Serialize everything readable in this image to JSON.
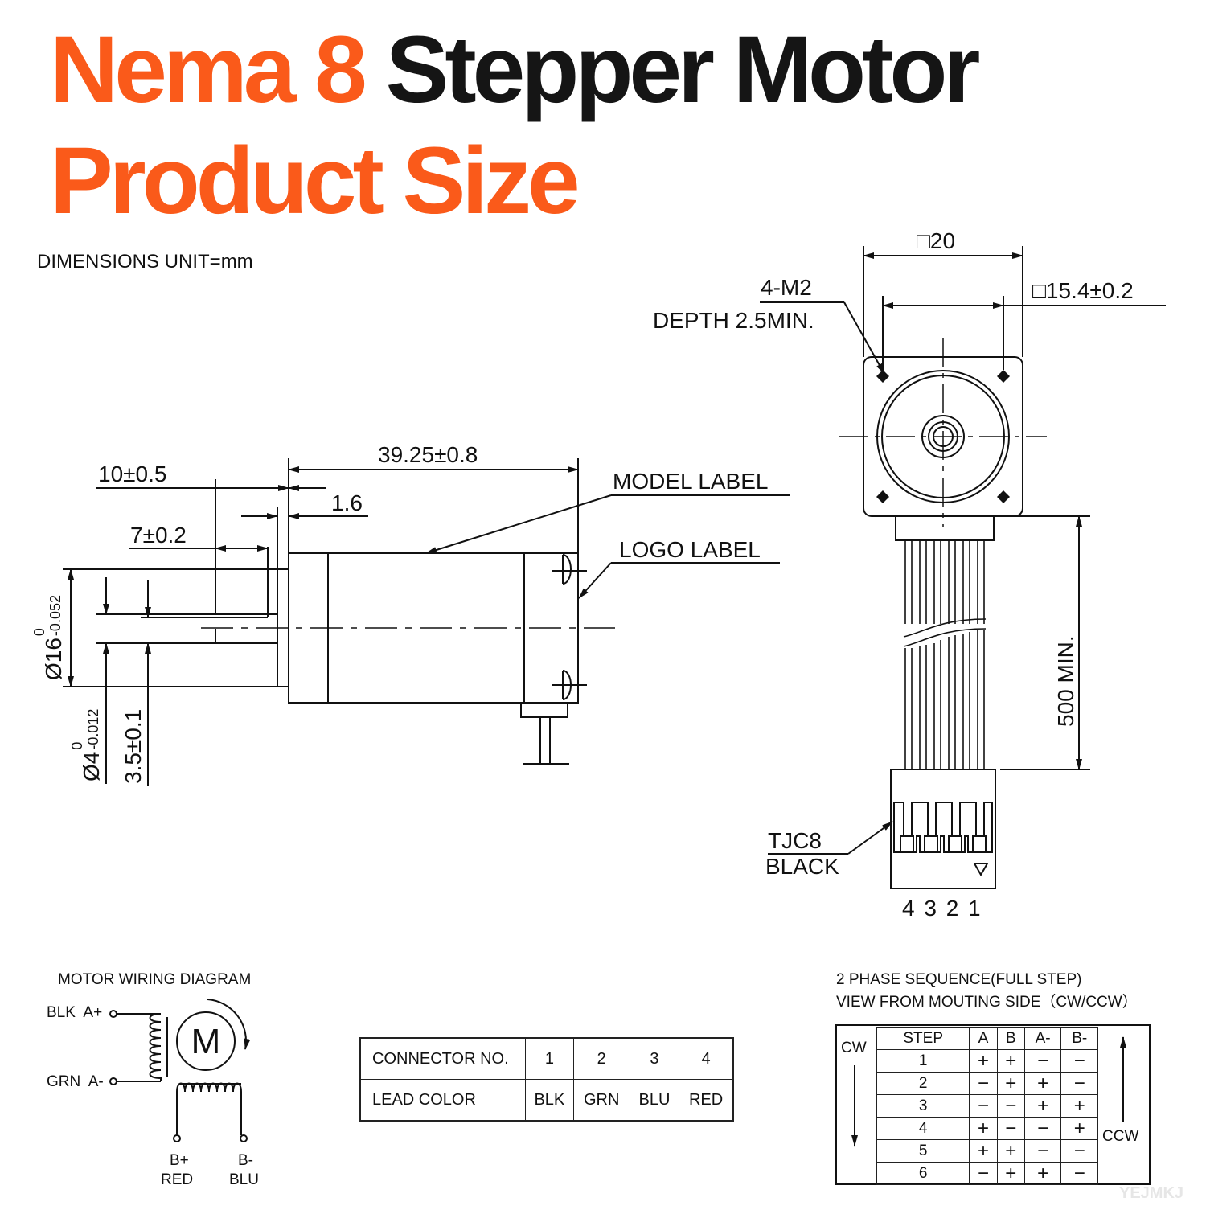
{
  "title": {
    "line1_part1": "Nema 8",
    "line1_part2": "Stepper Motor",
    "line2": "Product Size",
    "accent_color": "#fa5a1a",
    "dark_color": "#151515"
  },
  "units_note": "DIMENSIONS UNIT=mm",
  "front_view": {
    "width_label": "□20",
    "hole_spacing_label": "□15.4±0.2",
    "hole_label_line1": "4-M2",
    "hole_label_line2": "DEPTH 2.5MIN.",
    "lead_length_label": "500 MIN.",
    "connector_label_line1": "TJC8",
    "connector_label_line2": "BLACK",
    "pin_numbers": "4 3 2 1"
  },
  "side_view": {
    "body_length_label": "39.25±0.8",
    "shaft_length_label": "10±0.5",
    "boss_length_label": "1.6",
    "flat_length_label": "7±0.2",
    "boss_diameter_label": "Ø16",
    "boss_diameter_tol_upper": "0",
    "boss_diameter_tol_lower": "-0.052",
    "shaft_diameter_label": "Ø4",
    "shaft_diameter_tol_upper": "0",
    "shaft_diameter_tol_lower": "-0.012",
    "flat_depth_label": "3.5±0.1",
    "model_label": "MODEL LABEL",
    "logo_label": "LOGO LABEL"
  },
  "wiring": {
    "title": "MOTOR WIRING  DIAGRAM",
    "a_plus": "BLK  A+",
    "a_minus": "GRN  A-",
    "b_plus": "B+",
    "b_plus_color": "RED",
    "b_minus": "B-",
    "b_minus_color": "BLU",
    "motor_symbol": "M"
  },
  "connector_table": {
    "row1_header": "CONNECTOR NO.",
    "row2_header": "LEAD COLOR",
    "numbers": [
      "1",
      "2",
      "3",
      "4"
    ],
    "colors": [
      "BLK",
      "GRN",
      "BLU",
      "RED"
    ]
  },
  "phase_sequence": {
    "title_line1": "2 PHASE SEQUENCE(FULL STEP)",
    "title_line2": "VIEW FROM MOUTING SIDE（CW/CCW）",
    "cw_label": "CW",
    "ccw_label": "CCW",
    "headers": [
      "STEP",
      "A",
      "B",
      "A-",
      "B-"
    ],
    "rows": [
      [
        "1",
        "+",
        "+",
        "−",
        "−"
      ],
      [
        "2",
        "−",
        "+",
        "+",
        "−"
      ],
      [
        "3",
        "−",
        "−",
        "+",
        "+"
      ],
      [
        "4",
        "+",
        "−",
        "−",
        "+"
      ],
      [
        "5",
        "+",
        "+",
        "−",
        "−"
      ],
      [
        "6",
        "−",
        "+",
        "+",
        "−"
      ]
    ]
  },
  "watermark": "YEJMKJ"
}
